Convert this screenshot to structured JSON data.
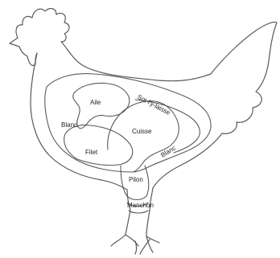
{
  "labels": {
    "aile": "Aile",
    "blanc_left": "Blanc",
    "sot_l_y_laisse": "Sot-l'y-laisse",
    "cuisse": "Cuisse",
    "filet": "Filet",
    "blanc_right": "Blanc",
    "pilon": "Pilon",
    "manchon": "Manchon"
  },
  "colors": {
    "line": "#5a5a5a",
    "text": "#222222",
    "background": "#ffffff"
  }
}
